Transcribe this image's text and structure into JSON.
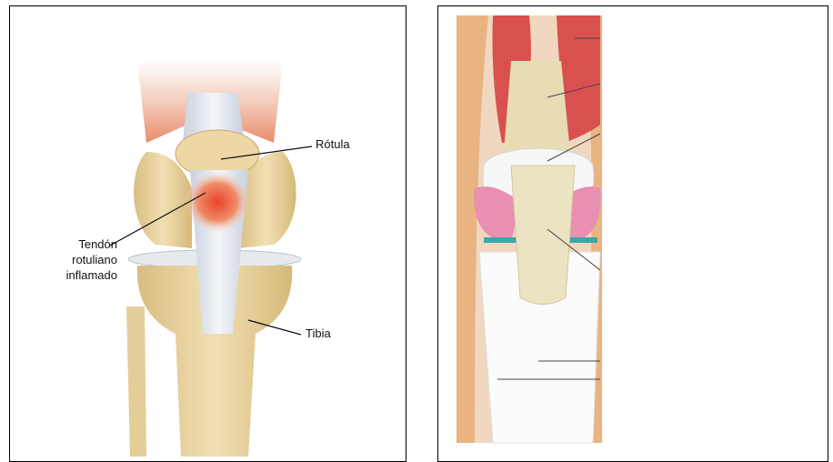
{
  "left_figure": {
    "labels": {
      "patella": "Rótula",
      "tendon": "Tendón\nrotuliano\ninflamado",
      "tibia": "Tibia"
    }
  },
  "right_figure": {
    "labels": []
  },
  "colors": {
    "bone": "#e8d3a1",
    "muscle": "#d9514f",
    "tendon": "#dfe3ea",
    "inflammation": "#e25b35",
    "cartilage_pink": "#e88fb2",
    "cartilage_teal": "#3aa7a8",
    "skin": "#e9b382"
  }
}
